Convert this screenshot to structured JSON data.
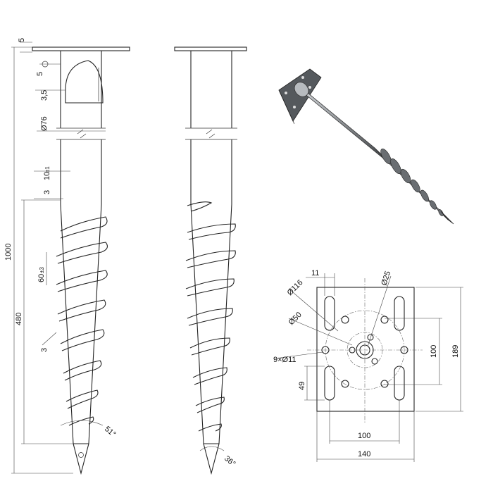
{
  "side_view": {
    "dimensions": {
      "plate_thickness": "5",
      "slot_label": "5",
      "wall": "3,5",
      "tube_diameter": "Ø76",
      "mark_10": "10",
      "mark_10_sub": "±1",
      "mark_3": "3",
      "pitch": "60",
      "pitch_sub": "±3",
      "total_length": "1000",
      "helix_length": "480",
      "blade": "3",
      "tip_angle": "51°"
    }
  },
  "front_view": {
    "dimensions": {
      "tip_angle": "36°"
    }
  },
  "plate_view": {
    "dimensions": {
      "pipe_diameter": "Ø25",
      "hole_circle": "Ø116",
      "inner_circle": "Ø50",
      "holes": "9×Ø11",
      "offset_11": "11",
      "height_100": "100",
      "height_189": "189",
      "offset_49": "49",
      "width_100": "100",
      "width_140": "140"
    }
  },
  "iso_view": {
    "fill": "#8a8e92",
    "highlight": "#d9dcdf",
    "shadow": "#3c3f42"
  }
}
